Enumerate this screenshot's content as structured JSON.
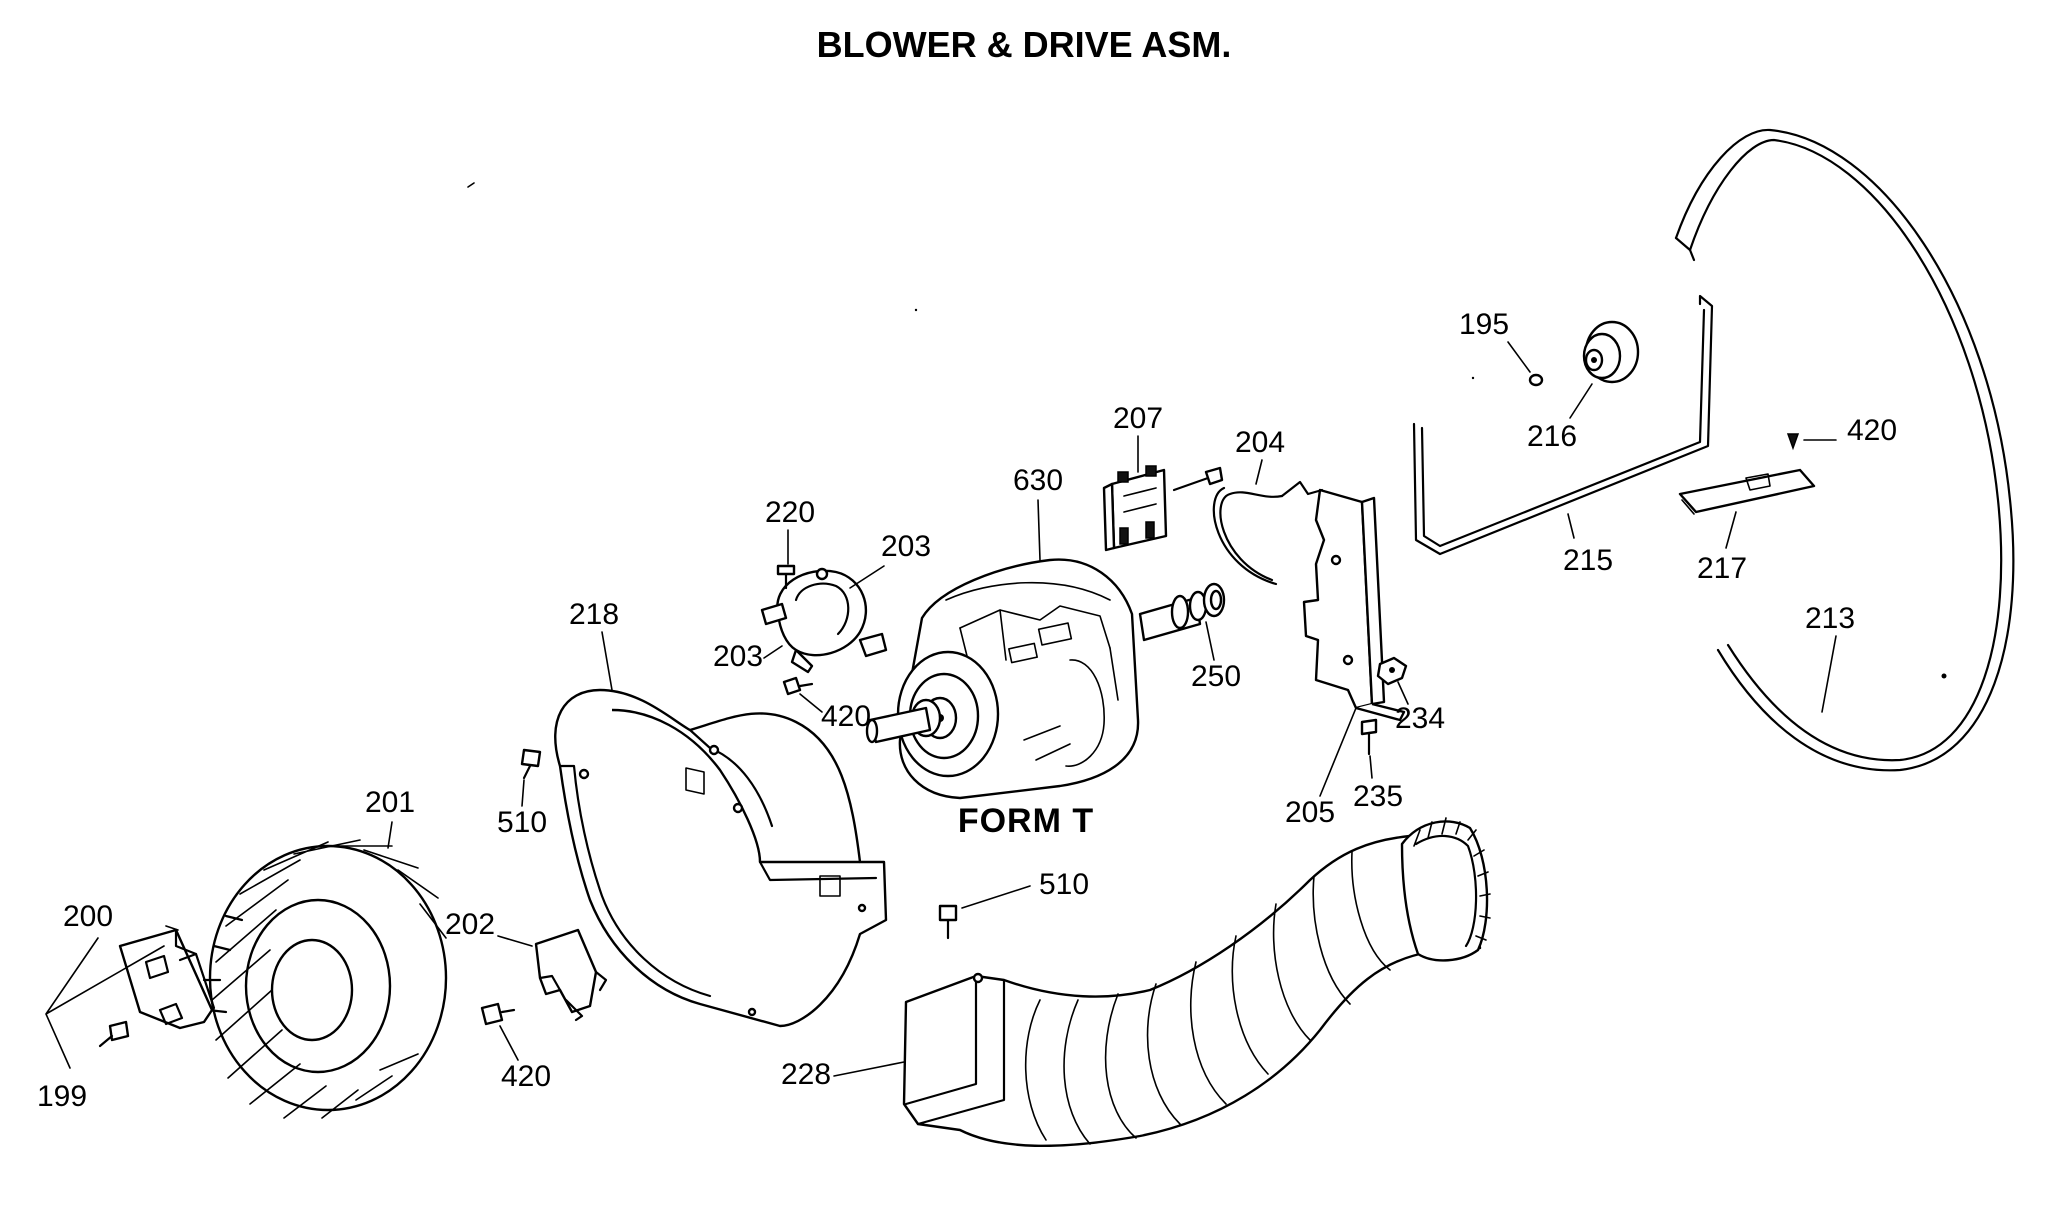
{
  "title": "BLOWER & DRIVE ASM.",
  "form_label": "FORM T",
  "callouts": {
    "c195": "195",
    "c216": "216",
    "c420_right": "420",
    "c215": "215",
    "c217": "217",
    "c213": "213",
    "c207": "207",
    "c204": "204",
    "c630": "630",
    "c220": "220",
    "c203_top": "203",
    "c203_left": "203",
    "c420_mid": "420",
    "c250": "250",
    "c234": "234",
    "c235": "235",
    "c205": "205",
    "c218": "218",
    "c510_left": "510",
    "c201": "201",
    "c200": "200",
    "c199": "199",
    "c202": "202",
    "c420_low": "420",
    "c510_mid": "510",
    "c228": "228"
  }
}
